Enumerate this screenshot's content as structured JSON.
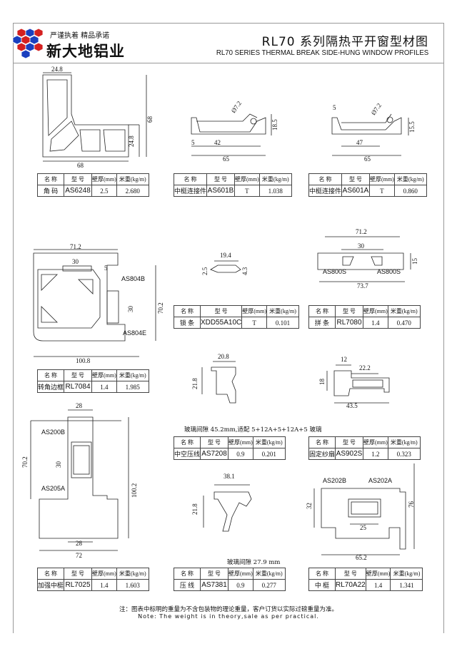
{
  "header": {
    "slogan": "严谨执着 精品承诺",
    "brand": "新大地铝业",
    "title": "RL70 系列隔热平开窗型材图",
    "subtitle": "RL70 SERIES THERMAL BREAK SIDE-HUNG WINDOW PROFILES",
    "logo_colors": [
      "#d42020",
      "#1a3fbf"
    ]
  },
  "table_headers": [
    "名 称",
    "型 号",
    "壁厚(mm)",
    "米重(kg/m)"
  ],
  "profiles": [
    {
      "name": "角 码",
      "model": "AS6248",
      "thickness": "2.5",
      "weight": "2.680",
      "dims": [
        "24.8",
        "68",
        "24.8",
        "68"
      ]
    },
    {
      "name": "中梃连接件",
      "model": "AS601B",
      "thickness": "T",
      "weight": "1.038",
      "dims": [
        "Ø7.2",
        "18.5",
        "5",
        "42",
        "65"
      ]
    },
    {
      "name": "中梃连接件",
      "model": "AS601A",
      "thickness": "T",
      "weight": "0.860",
      "dims": [
        "5",
        "Ø7.2",
        "15.5",
        "47",
        "65"
      ]
    },
    {
      "name": "转角边框",
      "model": "RL7084",
      "thickness": "1.4",
      "weight": "1.985",
      "dims": [
        "71.2",
        "30",
        "5",
        "30",
        "70.2",
        "100.8"
      ],
      "labels": [
        "AS804B",
        "AS804E"
      ]
    },
    {
      "name": "锁 条",
      "model": "XDD55A10C",
      "thickness": "T",
      "weight": "0.101",
      "dims": [
        "19.4",
        "2.5",
        "4.3"
      ]
    },
    {
      "name": "拼 条",
      "model": "RL7080",
      "thickness": "1.4",
      "weight": "0.470",
      "dims": [
        "71.2",
        "30",
        "15",
        "73.7"
      ],
      "labels": [
        "AS800S",
        "AS800S"
      ]
    },
    {
      "name": "中空压线",
      "model": "AS7208",
      "thickness": "0.9",
      "weight": "0.201",
      "dims": [
        "20.8",
        "21.8"
      ],
      "caption": "玻璃间隙 45.2mm,适配 5+12A+5+12A+5 玻璃"
    },
    {
      "name": "固定纱扇",
      "model": "AS902S",
      "thickness": "1.2",
      "weight": "0.323",
      "dims": [
        "12",
        "22.2",
        "18",
        "43.5"
      ]
    },
    {
      "name": "加强中梃",
      "model": "RL7025",
      "thickness": "1.4",
      "weight": "1.603",
      "dims": [
        "28",
        "70.2",
        "30",
        "100.2",
        "28",
        "72"
      ],
      "labels": [
        "AS200B",
        "AS205A"
      ]
    },
    {
      "name": "压 线",
      "model": "AS7381",
      "thickness": "0.9",
      "weight": "0.277",
      "dims": [
        "38.1",
        "21.8"
      ],
      "caption": "玻璃间隙 27.9 mm"
    },
    {
      "name": "中 梃",
      "model": "RL70A22",
      "thickness": "1.4",
      "weight": "1.341",
      "dims": [
        "32",
        "76",
        "25",
        "65.2"
      ],
      "labels": [
        "AS202B",
        "AS202A"
      ]
    }
  ],
  "footer": {
    "note_cn": "注：图表中标明的重量为不含包装物的理论重量，客户订货以实际过磅重量为准。",
    "note_en": "Note: The weight is in theory,sale as per practical."
  }
}
